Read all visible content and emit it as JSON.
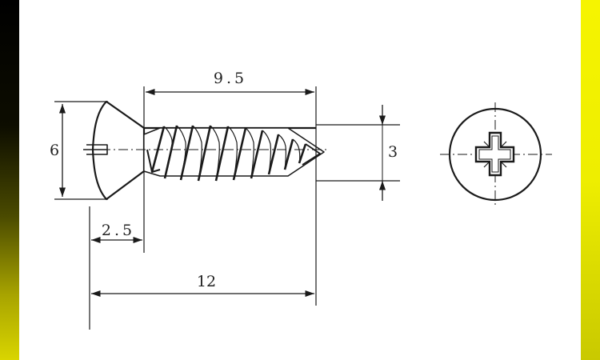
{
  "diagram": {
    "dimensions": {
      "thread_length": "9.5",
      "head_diameter": "6",
      "shank_diameter": "3",
      "head_height": "2.5",
      "total_length": "12"
    },
    "colors": {
      "line": "#1a1a1a",
      "background": "#ffffff",
      "frame_left": "#000000",
      "frame_right": "#f0ee00"
    },
    "views": [
      "side-view",
      "end-view-phillips-head"
    ]
  }
}
